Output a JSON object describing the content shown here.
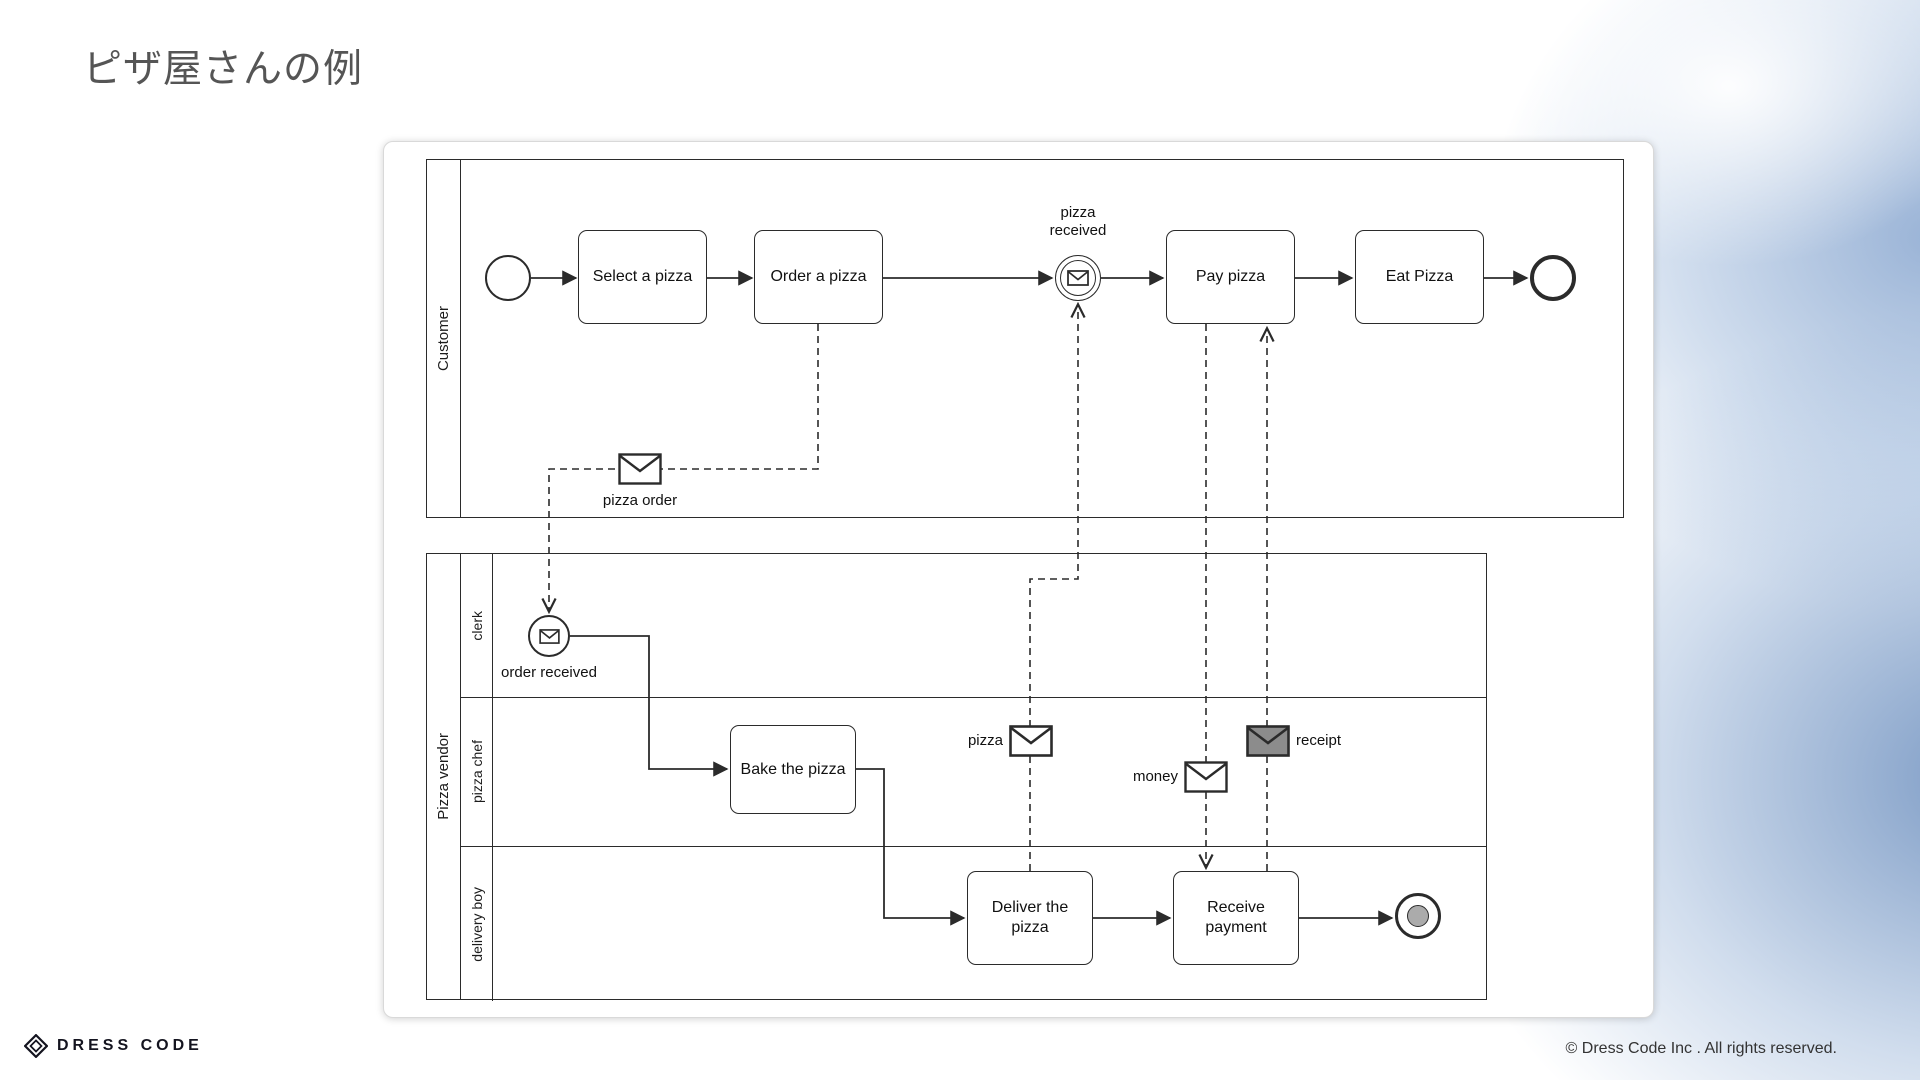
{
  "title": "ピザ屋さんの例",
  "footer": {
    "brand": "DRESS CODE",
    "copyright": "© Dress Code Inc . All rights reserved."
  },
  "diagram": {
    "type": "bpmn-collaboration",
    "pools": {
      "customer": {
        "label": "Customer"
      },
      "vendor": {
        "label": "Pizza vendor",
        "lanes": {
          "clerk": "clerk",
          "chef": "pizza chef",
          "delivery": "delivery boy"
        }
      }
    },
    "tasks": {
      "select": "Select a pizza",
      "order": "Order a pizza",
      "pay": "Pay pizza",
      "eat": "Eat Pizza",
      "bake": "Bake the pizza",
      "deliver": "Deliver the pizza",
      "receive": "Receive payment"
    },
    "events": {
      "pizza_received": "pizza received",
      "order_received": "order received"
    },
    "messages": {
      "pizza_order": "pizza order",
      "pizza": "pizza",
      "money": "money",
      "receipt": "receipt"
    },
    "flows": {
      "sequence": [
        "start → Select a pizza → Order a pizza → pizza received → Pay pizza → Eat Pizza → end",
        "order received → Bake the pizza → Deliver the pizza → Receive payment → end"
      ],
      "message": [
        "Order a pizza → (pizza order) → order received",
        "Deliver the pizza → (pizza) → pizza received",
        "Pay pizza → (money) → Receive payment",
        "Receive payment → (receipt) → Pay pizza"
      ]
    }
  }
}
